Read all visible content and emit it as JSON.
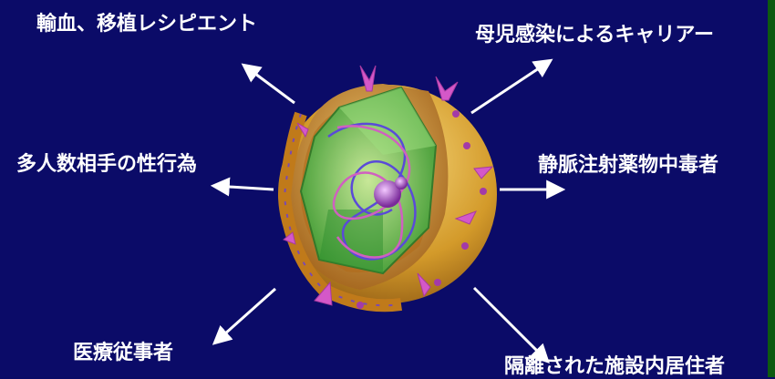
{
  "labels": {
    "top_left": "輸血、移植レシピエント",
    "top_right": "母児感染によるキャリアー",
    "middle_left": "多人数相手の性行為",
    "middle_right": "静脈注射薬物中毒者",
    "bottom_left": "医療従事者",
    "bottom_right": "隔離された施設内居住者"
  },
  "colors": {
    "background": "#0b0b68",
    "text": "#ffffff",
    "envelope": "#d8a232",
    "capsid": "#3fbf3f",
    "spike": "#d458c8"
  }
}
